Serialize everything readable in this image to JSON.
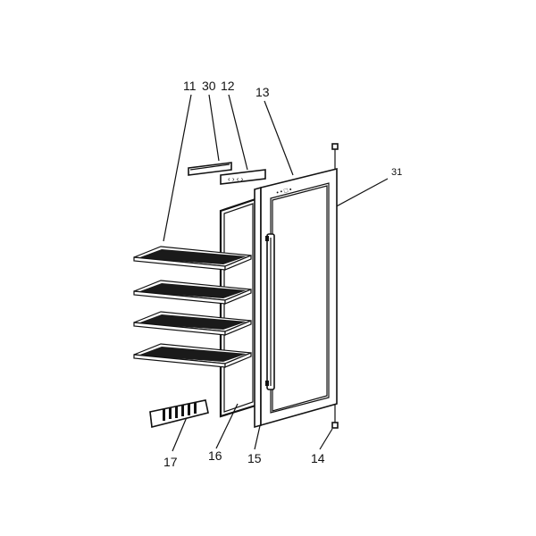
{
  "diagram": {
    "type": "exploded-parts-diagram",
    "callouts": {
      "c11": "11",
      "c30": "30",
      "c12": "12",
      "c13": "13",
      "c31": "31",
      "c17": "17",
      "c16": "16",
      "c15": "15",
      "c14": "14"
    },
    "parts": {
      "shelves": 4,
      "door_display_text": "• • □ ▪"
    },
    "colors": {
      "ink": "#111111",
      "background": "#ffffff"
    }
  }
}
